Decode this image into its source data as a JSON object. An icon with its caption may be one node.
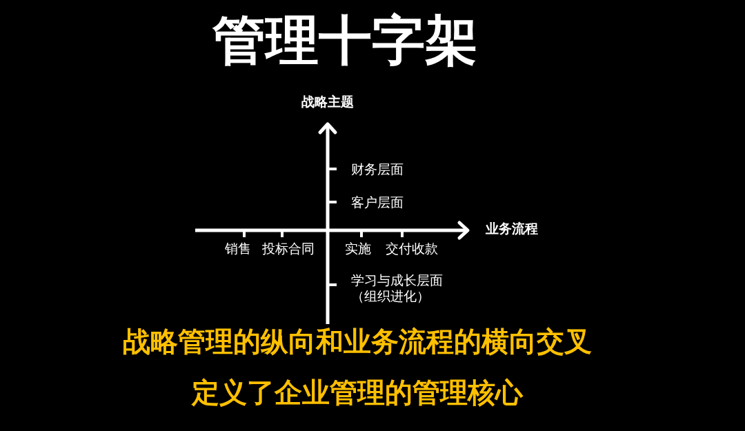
{
  "diagram": {
    "title": "管理十字架",
    "caption": "战略管理的纵向和业务流程的横向交叉定义了企业管理的管理核心",
    "labels": [
      "战略主题",
      "财务层面",
      "客户层面",
      "业务流程",
      "销售",
      "投标合同",
      "实施",
      "交付收款",
      "学习与成长层面（组织进化）"
    ]
  }
}
